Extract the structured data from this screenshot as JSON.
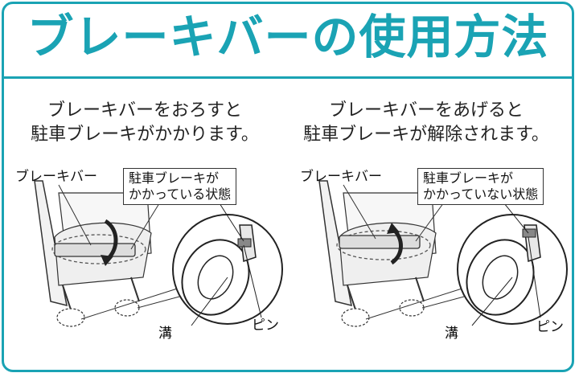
{
  "title": "ブレーキバーの使用方法",
  "accent_color": "#1aa3b4",
  "panels": [
    {
      "caption_line1": "ブレーキバーをおろすと",
      "caption_line2": "駐車ブレーキがかかります。",
      "brake_bar_label": "ブレーキバー",
      "state_line1": "駐車ブレーキが",
      "state_line2": "かかっている状態",
      "groove_label": "溝",
      "pin_label": "ピン"
    },
    {
      "caption_line1": "ブレーキバーをあげると",
      "caption_line2": "駐車ブレーキが解除されます。",
      "brake_bar_label": "ブレーキバー",
      "state_line1": "駐車ブレーキが",
      "state_line2": "かかっていない状態",
      "groove_label": "溝",
      "pin_label": "ピン"
    }
  ]
}
